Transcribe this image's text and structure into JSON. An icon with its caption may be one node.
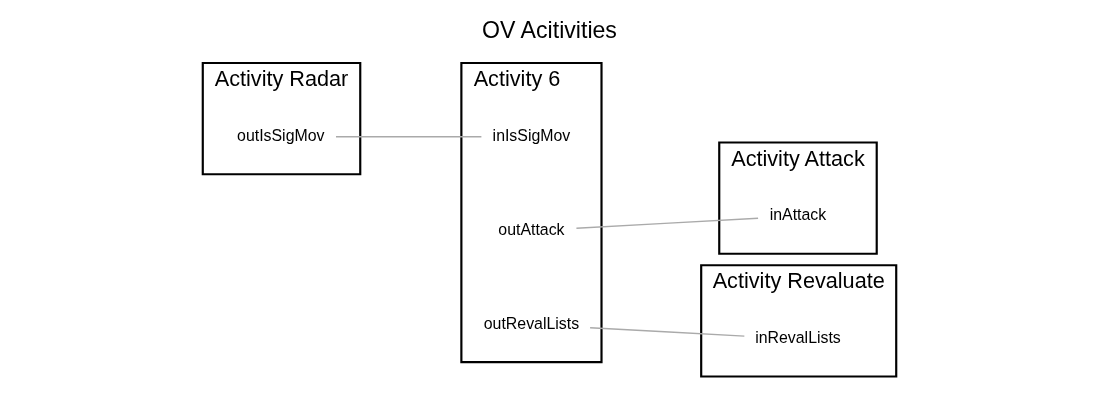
{
  "diagram": {
    "title": "OV Acitivities",
    "nodes": [
      {
        "text": [
          "Activity Radar"
        ]
      },
      {
        "text": [
          "outIsSigMov"
        ],
        "in": 0
      },
      {
        "text": [
          "Activity 6"
        ]
      },
      {
        "text": [
          "inIsSigMov"
        ],
        "in": 2
      },
      {
        "text": [
          "outAttack"
        ],
        "in": 2
      },
      {
        "text": [
          "outRevalLists"
        ],
        "in": 2
      },
      {
        "text": [
          "Activity Attack"
        ]
      },
      {
        "text": [
          "inAttack"
        ],
        "in": 6
      },
      {
        "text": [
          "Activity Revaluate"
        ]
      },
      {
        "text": [
          "inRevalLists"
        ],
        "in": 8
      }
    ],
    "edges": [
      {
        "from": 1,
        "to": 3,
        "arrow": "none"
      },
      {
        "from": 4,
        "to": 7,
        "arrow": "none"
      },
      {
        "from": 5,
        "to": 9,
        "arrow": "none"
      }
    ]
  }
}
